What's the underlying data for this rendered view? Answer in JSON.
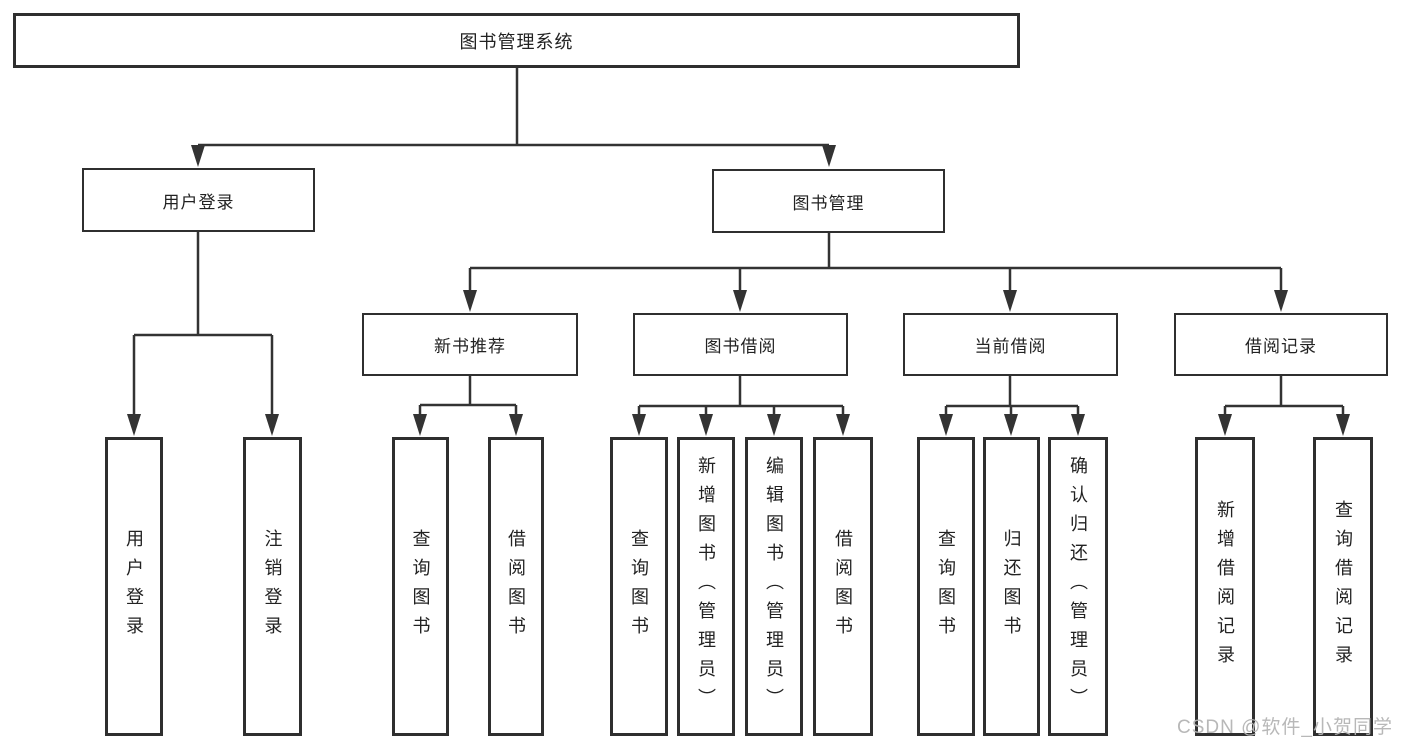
{
  "tree": {
    "root": {
      "label": "图书管理系统"
    },
    "level2": [
      {
        "label": "用户登录",
        "children": [
          {
            "label": "用户登录"
          },
          {
            "label": "注销登录"
          }
        ]
      },
      {
        "label": "图书管理",
        "children": [
          {
            "label": "新书推荐",
            "children": [
              {
                "label": "查询图书"
              },
              {
                "label": "借阅图书"
              }
            ]
          },
          {
            "label": "图书借阅",
            "children": [
              {
                "label": "查询图书"
              },
              {
                "label": "新增图书（管理员）"
              },
              {
                "label": "编辑图书（管理员）"
              },
              {
                "label": "借阅图书"
              }
            ]
          },
          {
            "label": "当前借阅",
            "children": [
              {
                "label": "查询图书"
              },
              {
                "label": "归还图书"
              },
              {
                "label": "确认归还（管理员）"
              }
            ]
          },
          {
            "label": "借阅记录",
            "children": [
              {
                "label": "新增借阅记录"
              },
              {
                "label": "查询借阅记录"
              }
            ]
          }
        ]
      }
    ]
  },
  "watermark": {
    "text": "CSDN @软件_小贺同学"
  },
  "colors": {
    "line": "#333333",
    "box_border": "#2f2f2f",
    "text": "#222222",
    "watermark": "#b4b4b4",
    "background": "#ffffff"
  }
}
